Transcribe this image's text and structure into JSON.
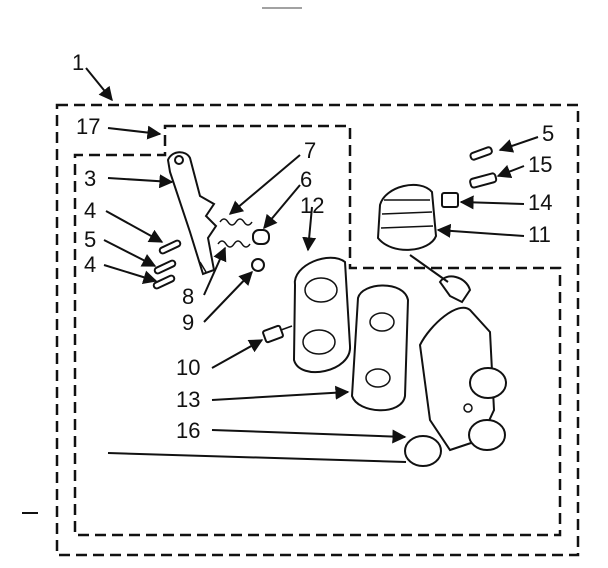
{
  "diagram": {
    "callouts": {
      "c1": "1",
      "c17": "17",
      "c3": "3",
      "c4a": "4",
      "c5a": "5",
      "c4b": "4",
      "c7": "7",
      "c6": "6",
      "c12": "12",
      "c8": "8",
      "c9": "9",
      "c10": "10",
      "c13": "13",
      "c16": "16",
      "c5b": "5",
      "c15": "15",
      "c14": "14",
      "c11": "11"
    }
  }
}
